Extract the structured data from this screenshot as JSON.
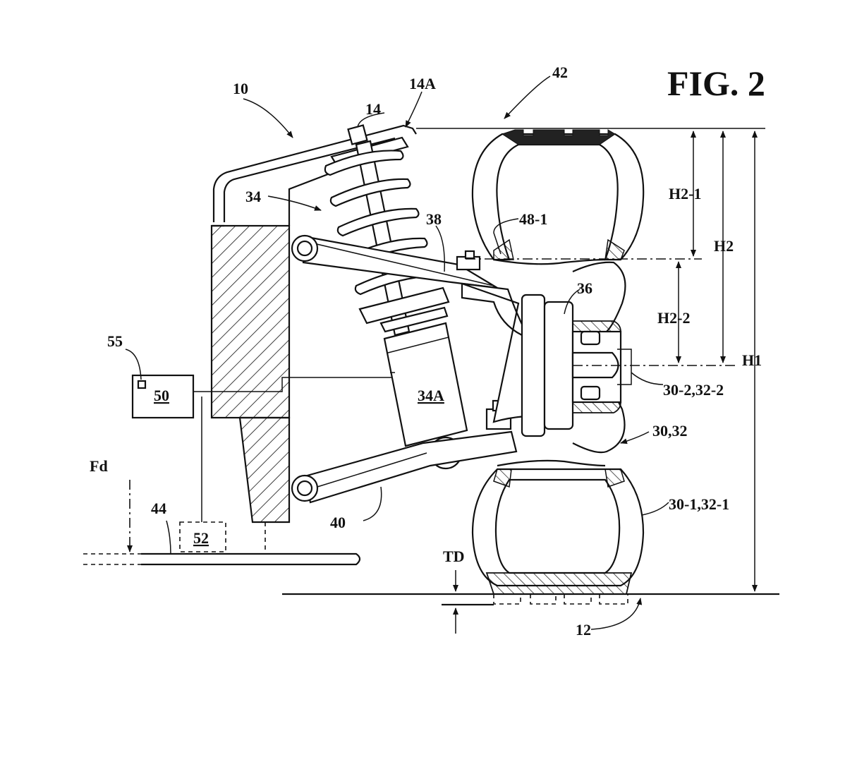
{
  "figure": {
    "title": "FIG. 2",
    "labels": {
      "l10": "10",
      "l14": "14",
      "l14a": "14A",
      "l42": "42",
      "l34": "34",
      "l38": "38",
      "l48_1": "48-1",
      "l36": "36",
      "l34a": "34A",
      "l55": "55",
      "l50": "50",
      "l52": "52",
      "l44": "44",
      "l40": "40",
      "lfd": "Fd",
      "l30_32": "30,32",
      "l30_2_32_2": "30-2,32-2",
      "l30_1_32_1": "30-1,32-1",
      "ltd": "TD",
      "l12": "12",
      "lh2_1": "H2-1",
      "lh2": "H2",
      "lh2_2": "H2-2",
      "lh1": "H1"
    }
  }
}
